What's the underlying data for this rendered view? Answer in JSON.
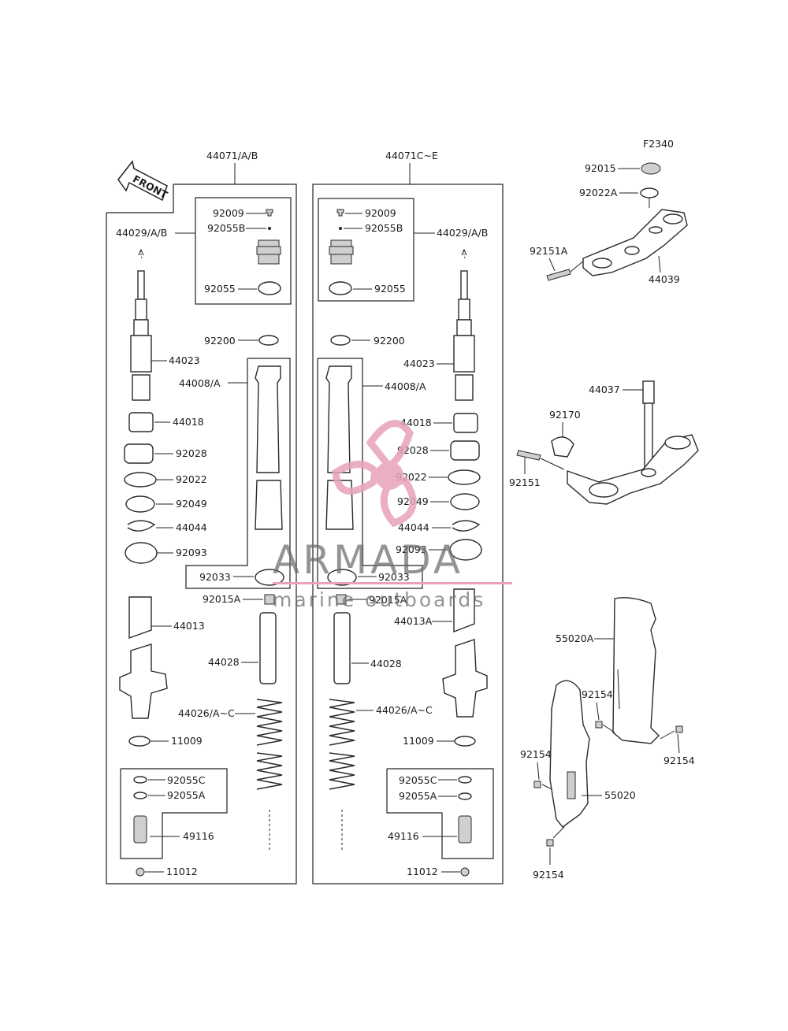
{
  "diagram": {
    "figure_code": "F2340",
    "front_label": "FRONT",
    "assembly_left": "44071/A/B",
    "assembly_right": "44071C~E",
    "left_labels": {
      "p92009": "92009",
      "p92055B": "92055B",
      "p44029": "44029/A/B",
      "p92055": "92055",
      "p92200": "92200",
      "p44023": "44023",
      "p44008": "44008/A",
      "p44018": "44018",
      "p92028": "92028",
      "p92022": "92022",
      "p92049": "92049",
      "p44044": "44044",
      "p92093": "92093",
      "p92033": "92033",
      "p92015A": "92015A",
      "p44013": "44013",
      "p44028": "44028",
      "p44026": "44026/A~C",
      "p11009": "11009",
      "p92055C": "92055C",
      "p92055A": "92055A",
      "p49116": "49116",
      "p11012": "11012"
    },
    "right_labels": {
      "p92009": "92009",
      "p92055B": "92055B",
      "p44029": "44029/A/B",
      "p92055": "92055",
      "p92200": "92200",
      "p44023": "44023",
      "p44008": "44008/A",
      "p44018": "44018",
      "p92028": "92028",
      "p92022": "92022",
      "p92049": "92049",
      "p44044": "44044",
      "p92093": "92093",
      "p92033": "92033",
      "p92015A": "92015A",
      "p44013A": "44013A",
      "p44028": "44028",
      "p44026": "44026/A~C",
      "p11009": "11009",
      "p92055C": "92055C",
      "p92055A": "92055A",
      "p49116": "49116",
      "p11012": "11012"
    },
    "clamp_labels": {
      "p92015": "92015",
      "p92022A": "92022A",
      "p92151A": "92151A",
      "p44039": "44039",
      "p44037": "44037",
      "p92170": "92170",
      "p92151": "92151"
    },
    "guard_labels": {
      "p55020A": "55020A",
      "p92154a": "92154",
      "p92154b": "92154",
      "p92154c": "92154",
      "p55020": "55020",
      "p92154d": "92154"
    }
  },
  "watermark": {
    "brand": "ARMADA",
    "tagline": "marine outboards",
    "accent_color": "#e8a2bc"
  }
}
